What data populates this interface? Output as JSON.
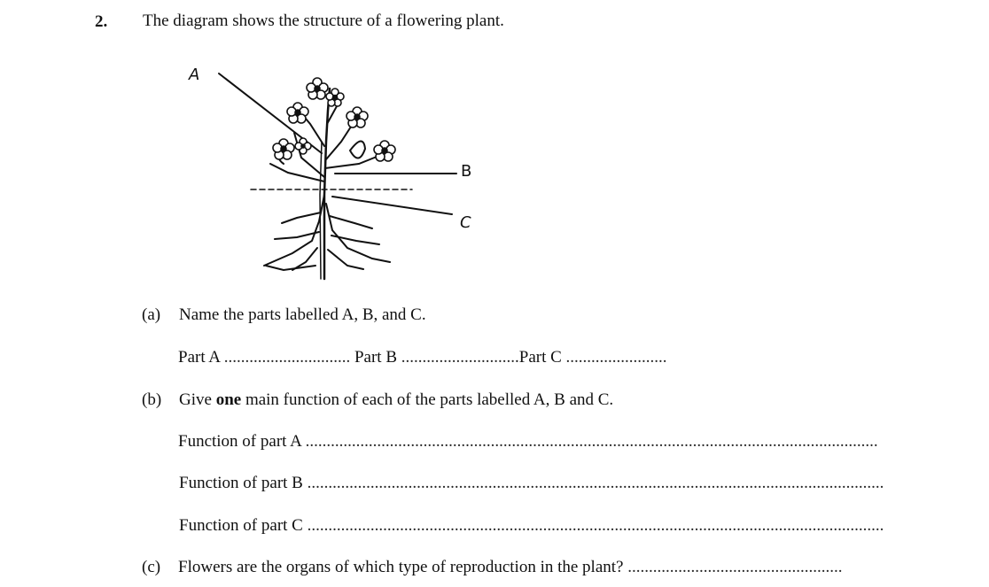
{
  "question": {
    "number": "2.",
    "stem": "The diagram shows the structure of a flowering plant."
  },
  "diagram": {
    "labels": {
      "a": "A",
      "b": "B",
      "c": "C"
    }
  },
  "part_a": {
    "letter": "(a)",
    "prompt": "Name the parts labelled A, B, and C.",
    "answer_line": {
      "part_a_label": "Part A",
      "part_a_dots": "..............................",
      "part_b_label": "Part B",
      "part_b_dots": "...........................",
      "part_c_label": ".Part C",
      "part_c_dots": "........................"
    }
  },
  "part_b": {
    "letter": "(b)",
    "prompt_pre": "Give",
    "prompt_bold": "one",
    "prompt_post": "main function of each of the parts labelled A, B and C.",
    "lines": [
      {
        "label": "Function of part A",
        "dots": "........................................................................................................................................"
      },
      {
        "label": "Function of part B",
        "dots": "........................................................................................................................................."
      },
      {
        "label": "Function of part C",
        "dots": "........................................................................................................................................."
      }
    ]
  },
  "part_c": {
    "letter": "(c)",
    "prompt": "Flowers are the organs of which type of reproduction in the plant?",
    "dots": "..................................................."
  }
}
